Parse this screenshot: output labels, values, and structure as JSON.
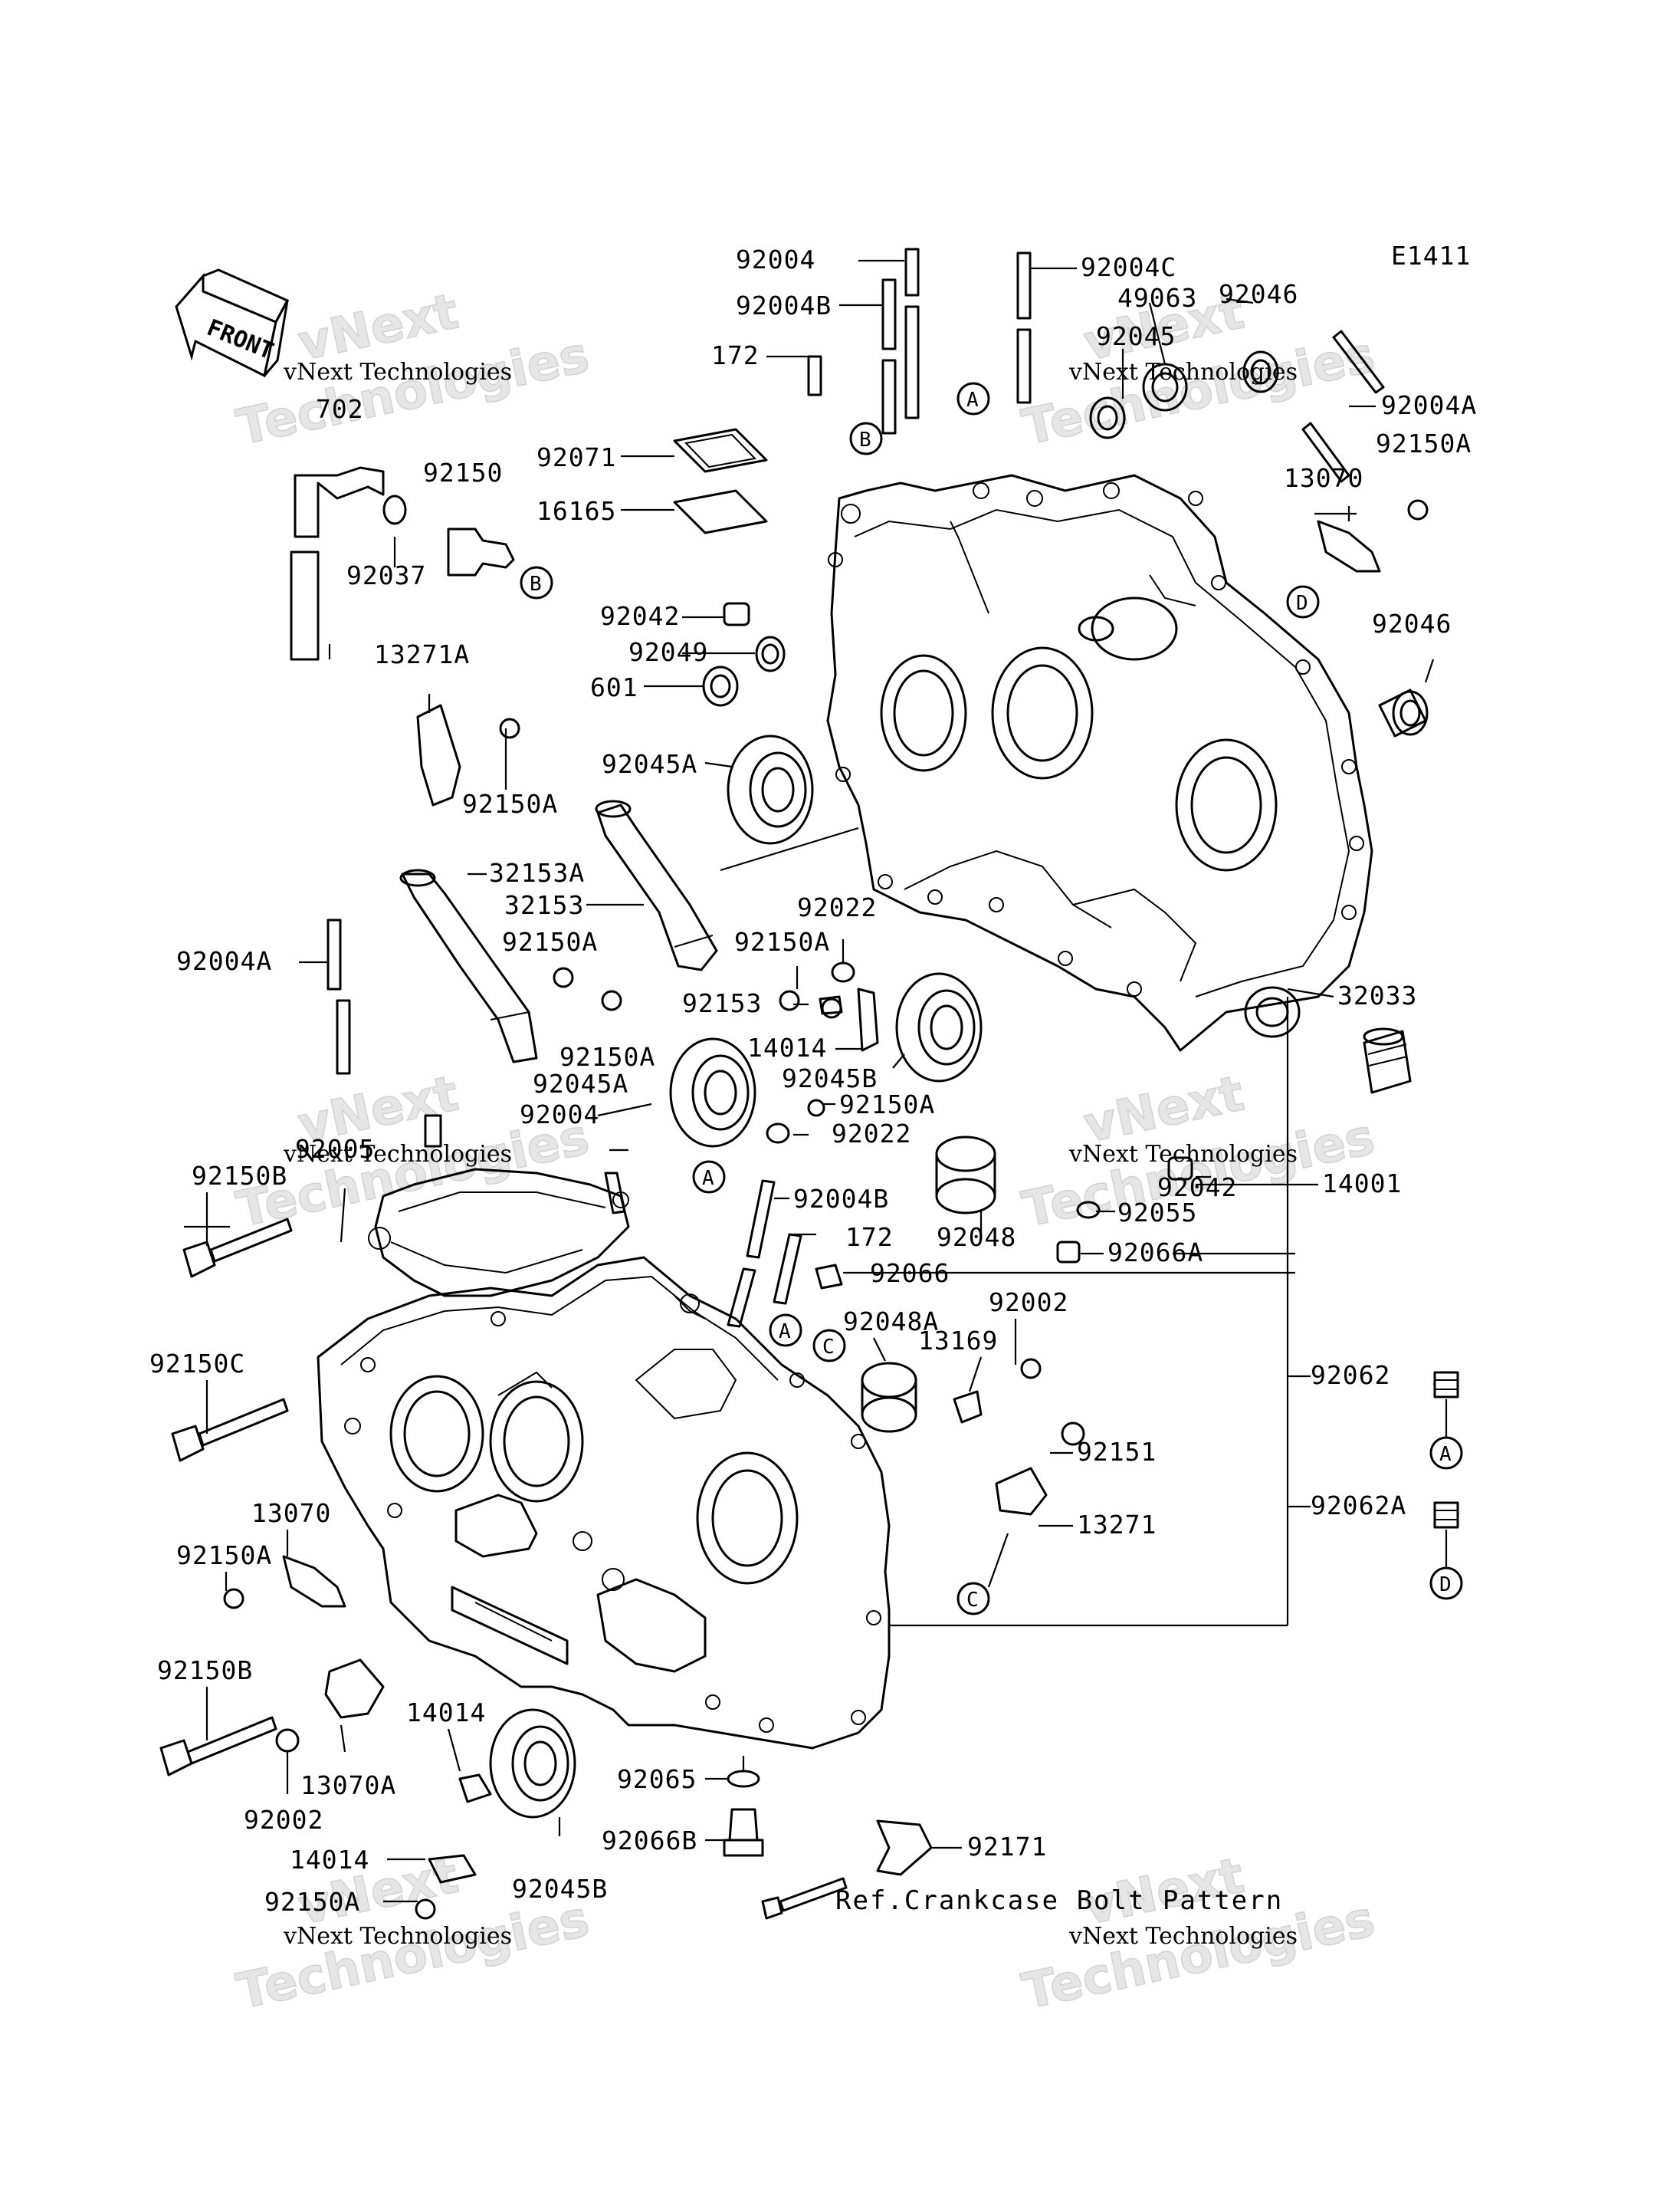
{
  "diagram_code": "E1411",
  "front_label": "FRONT",
  "watermark": {
    "company": "vNext Technologies",
    "big_text": "Technologies",
    "small_text": "vNext"
  },
  "reference_note": "Ref.Crankcase Bolt Pattern",
  "callout_letters": [
    "A",
    "B",
    "C",
    "D"
  ],
  "parts": {
    "p92004": "92004",
    "p92004C": "92004C",
    "p92004B_top": "92004B",
    "p49063": "49063",
    "p92046_top": "92046",
    "p92045_top": "92045",
    "p172_top": "172",
    "p702": "702",
    "p92150": "92150",
    "p92037": "92037",
    "p92071": "92071",
    "p16165": "16165",
    "p92004A_right": "92004A",
    "p92150A_right": "92150A",
    "p13070_right": "13070",
    "p92042_top": "92042",
    "p92049": "92049",
    "p601": "601",
    "p92046_right": "92046",
    "p13271A": "13271A",
    "p92150A_1": "92150A",
    "p92045A_1": "92045A",
    "p32153A": "32153A",
    "p32153": "32153",
    "p92022_1": "92022",
    "p92150A_2": "92150A",
    "p92150A_3": "92150A",
    "p92153": "92153",
    "p92004A_left": "92004A",
    "p14014_1": "14014",
    "p32033": "32033",
    "p92150A_4": "92150A",
    "p92045A_2": "92045A",
    "p92045B_1": "92045B",
    "p92004_mid": "92004",
    "p92150A_5": "92150A",
    "p92005": "92005",
    "p92022_2": "92022",
    "p92042_mid": "92042",
    "p14001": "14001",
    "p92150B_1": "92150B",
    "p92004B_mid": "92004B",
    "p92055": "92055",
    "p172_mid": "172",
    "p92048": "92048",
    "p92066A": "92066A",
    "p92066": "92066",
    "p92048A": "92048A",
    "p92002_1": "92002",
    "p92150C": "92150C",
    "p13169": "13169",
    "p92062": "92062",
    "p92151": "92151",
    "p13070_left": "13070",
    "p13271": "13271",
    "p92062A": "92062A",
    "p92150A_6": "92150A",
    "p92150B_2": "92150B",
    "p14014_2": "14014",
    "p13070A": "13070A",
    "p92065": "92065",
    "p92002_2": "92002",
    "p92066B": "92066B",
    "p92171": "92171",
    "p14014_3": "14014",
    "p92045B_2": "92045B",
    "p92150A_7": "92150A"
  }
}
